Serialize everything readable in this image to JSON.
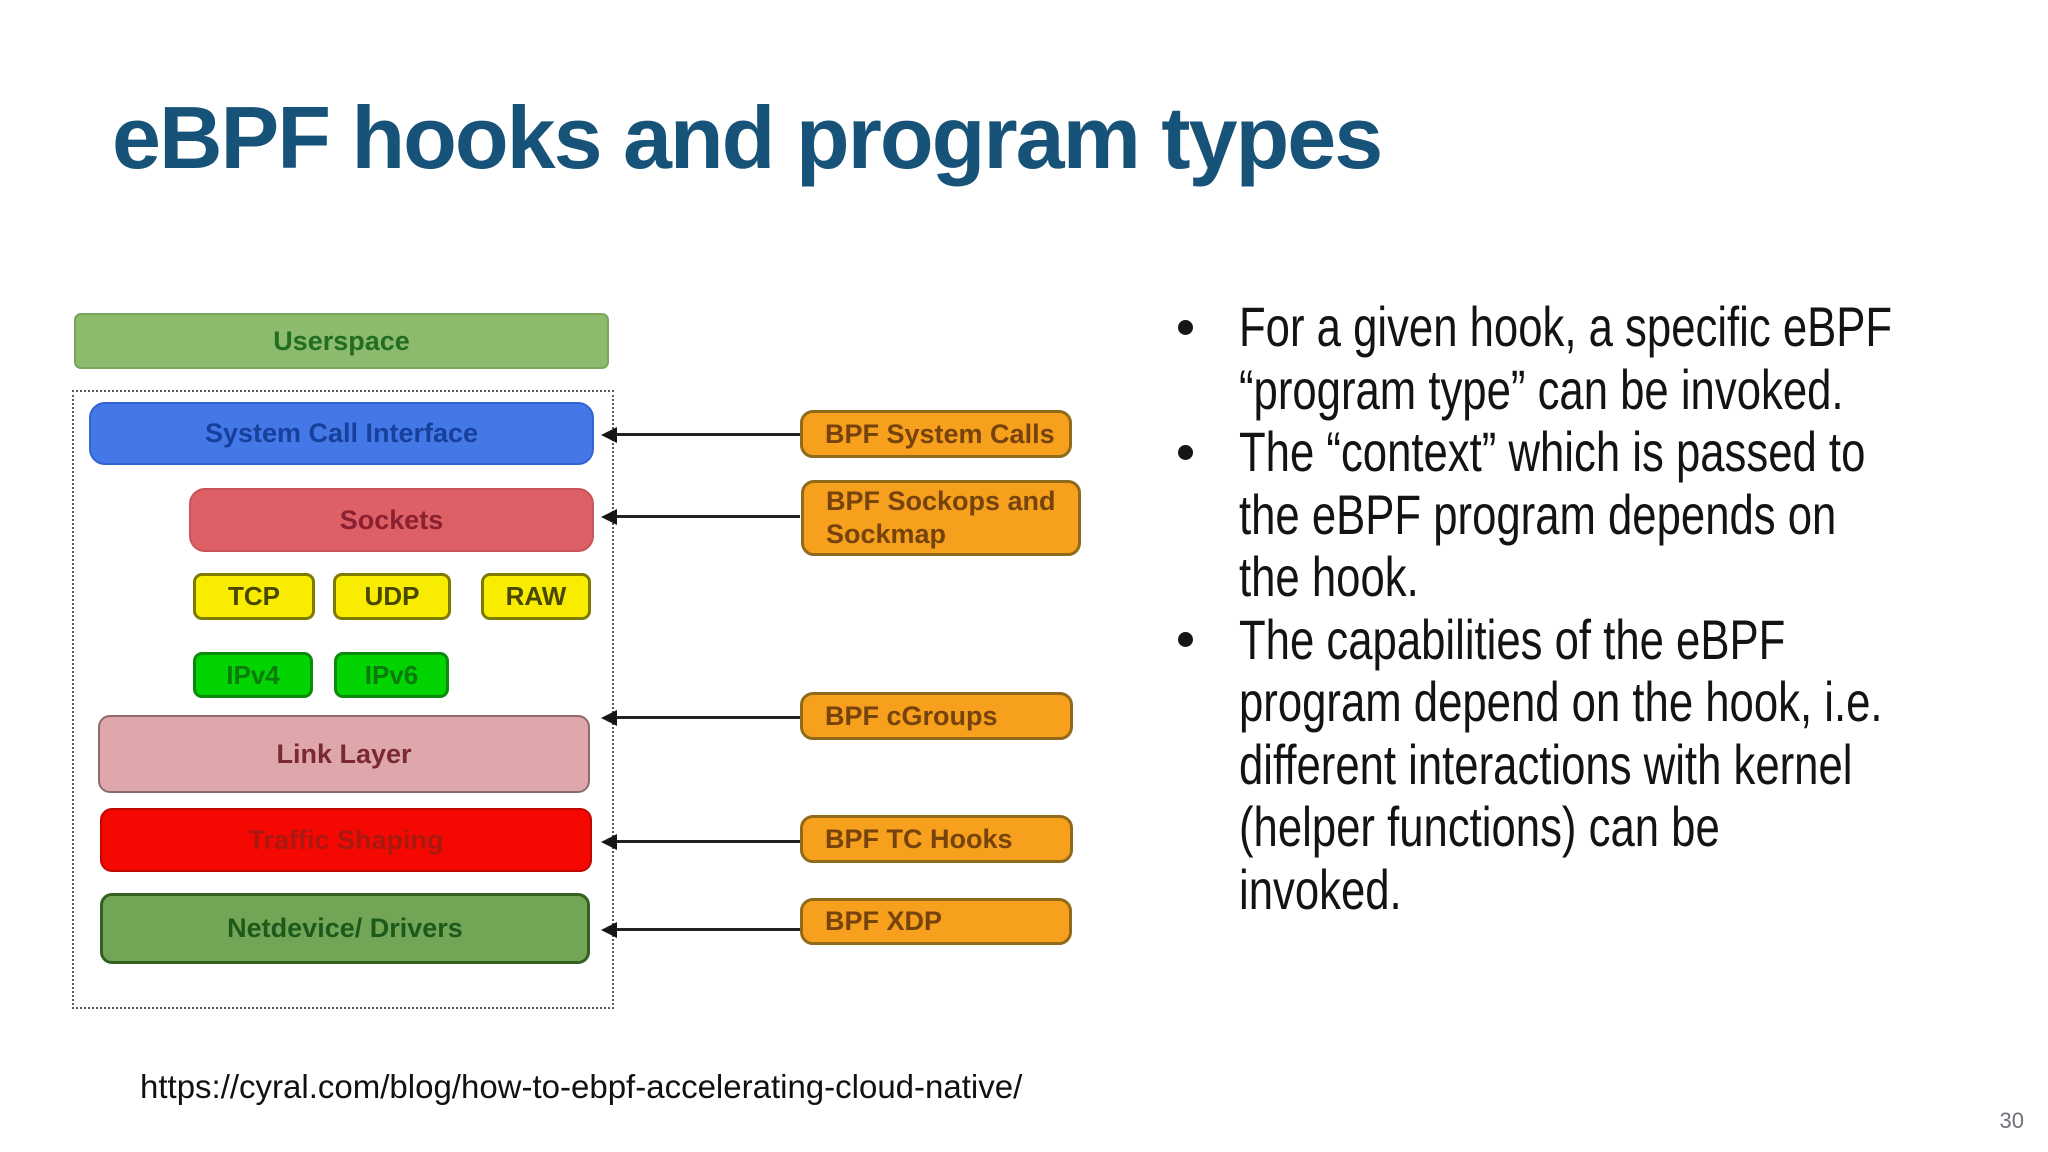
{
  "title": "eBPF hooks and program types",
  "diagram": {
    "userspace": "Userspace",
    "sci": "System Call Interface",
    "sockets": "Sockets",
    "tcp": "TCP",
    "udp": "UDP",
    "raw": "RAW",
    "ipv4": "IPv4",
    "ipv6": "IPv6",
    "link_layer": "Link Layer",
    "traffic_shaping": "Traffic Shaping",
    "netdevice": "Netdevice/ Drivers",
    "hooks": {
      "system_calls": "BPF System Calls",
      "sockops": {
        "lines": [
          "BPF Sockops and",
          "Sockmap"
        ]
      },
      "cgroups": "BPF cGroups",
      "tc": "BPF TC Hooks",
      "xdp": "BPF XDP"
    }
  },
  "bullets": [
    {
      "lines": [
        "For a given hook, a specific eBPF",
        "“program type” can be invoked."
      ]
    },
    {
      "lines": [
        "The “context” which is passed to",
        "the eBPF program depends on",
        "the hook."
      ]
    },
    {
      "lines": [
        "The capabilities of the eBPF",
        "program depend on the hook, i.e.",
        "different interactions with kernel",
        "(helper functions) can be",
        "invoked."
      ]
    }
  ],
  "footer": {
    "source_url": "https://cyral.com/blog/how-to-ebpf-accelerating-cloud-native/",
    "page_number": "30"
  },
  "colors": {
    "title": "#175379",
    "userspace_green": "#8cbb6d",
    "syscall_blue": "#4478e6",
    "sockets_red": "#dc6066",
    "proto_yellow": "#f8ec00",
    "ip_green": "#02d402",
    "linklayer_pink": "#dda7ab",
    "traffic_red": "#f50801",
    "netdevice_green": "#73a556",
    "hook_orange": "#f7a01d"
  }
}
